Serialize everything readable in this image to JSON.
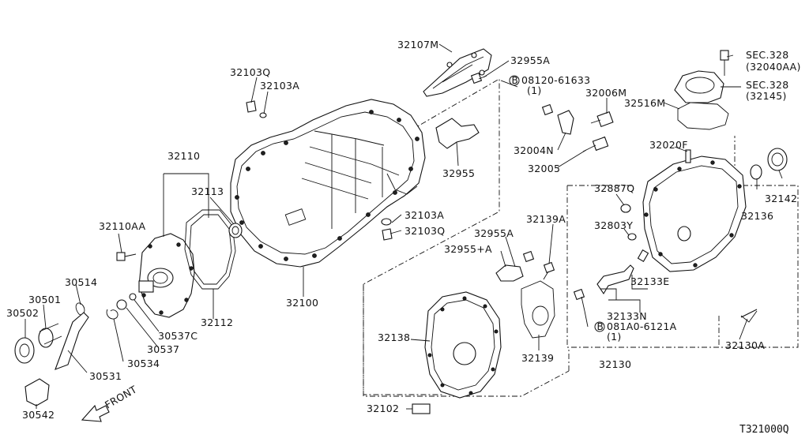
{
  "diagram": {
    "reference_code": "T321000Q",
    "direction_label": "FRONT"
  },
  "labels": {
    "p32107M": "32107M",
    "p32955A_top": "32955A",
    "p08120": "08120-61633",
    "p08120_qty": "(1)",
    "p32006M": "32006M",
    "p32103Q_top": "32103Q",
    "p32103A_top": "32103A",
    "p32110": "32110",
    "p32113": "32113",
    "p32110AA": "32110AA",
    "p30514": "30514",
    "p30501": "30501",
    "p30502": "30502",
    "p32112": "32112",
    "p30537C": "30537C",
    "p30537": "30537",
    "p30534": "30534",
    "p30531": "30531",
    "p30542": "30542",
    "p32100": "32100",
    "p32955": "32955",
    "p32103A_mid": "32103A",
    "p32103Q_mid": "32103Q",
    "p32004N": "32004N",
    "p32005": "32005",
    "p32516M": "32516M",
    "sec328_a": "SEC.328",
    "sec328_a_sub": "(32040AA)",
    "sec328_b": "SEC.328",
    "sec328_b_sub": "(32145)",
    "p32020F": "32020F",
    "p32887Q": "32887Q",
    "p32803Y": "32803Y",
    "p32136": "32136",
    "p32142": "32142",
    "p32139A": "32139A",
    "p32955A_mid": "32955A",
    "p32955plusA": "32955+A",
    "p32133E": "32133E",
    "p32133N": "32133N",
    "p081A0": "081A0-6121A",
    "p081A0_qty": "(1)",
    "p32138": "32138",
    "p32139": "32139",
    "p32130": "32130",
    "p32130A": "32130A",
    "p32102": "32102",
    "bolt_marker": "B"
  }
}
